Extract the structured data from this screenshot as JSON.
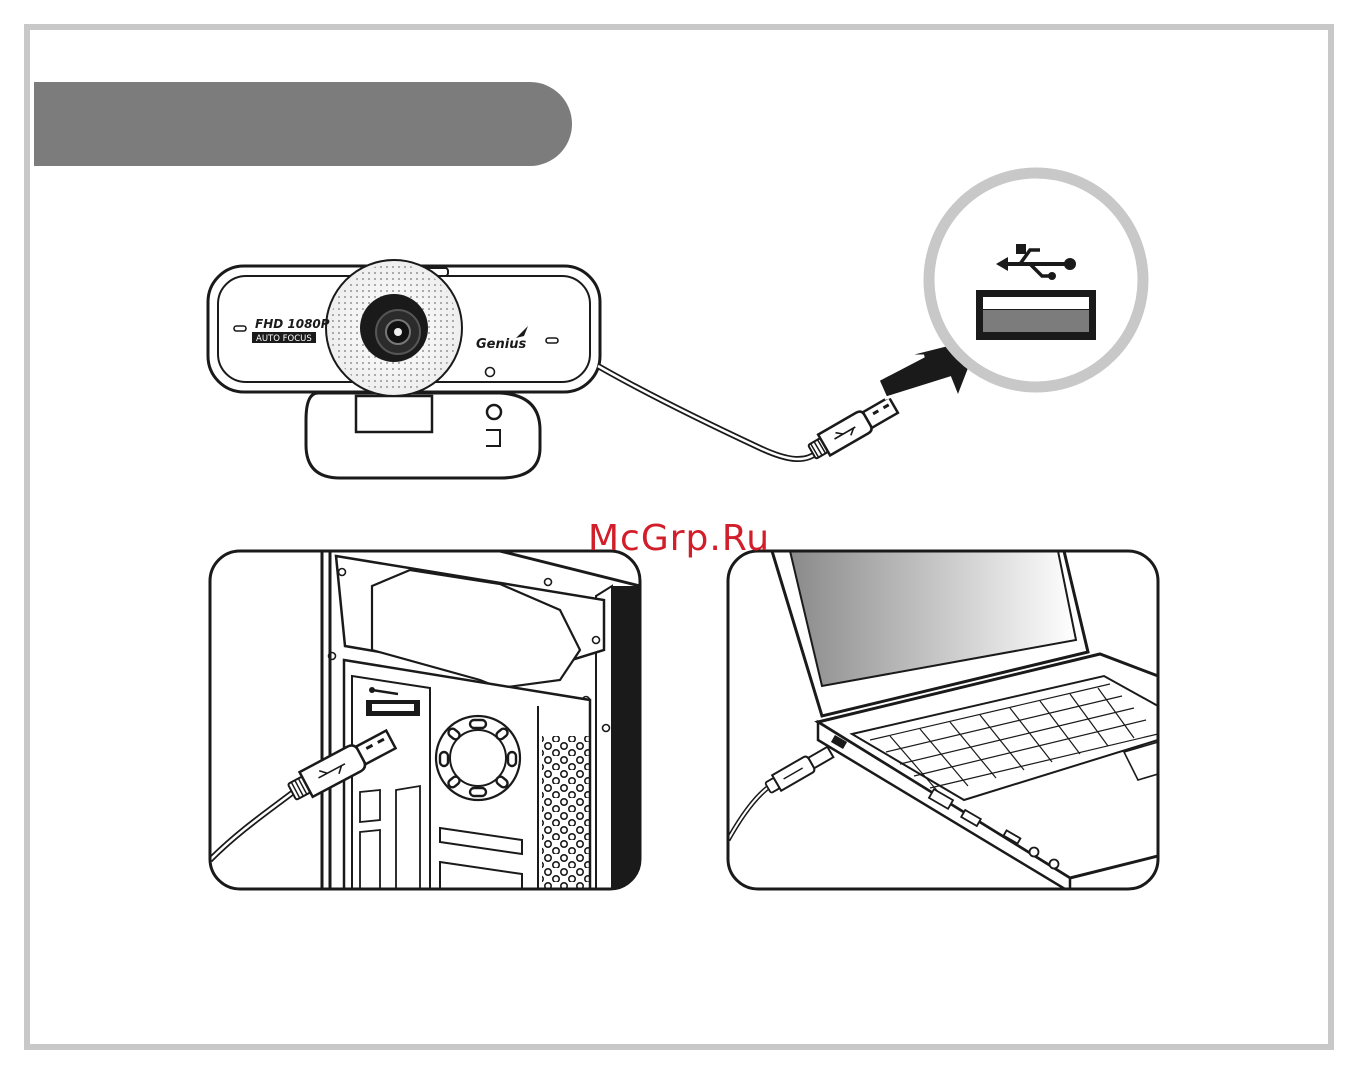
{
  "webcam": {
    "brand": "Genius",
    "resolution_label": "FHD 1080P",
    "feature_label": "AUTO FOCUS"
  },
  "watermark": "McGrp.Ru",
  "colors": {
    "banner": "#7c7c7c",
    "frame": "#c8c8c8",
    "watermark": "#d21e2a",
    "line": "#1a1a1a"
  },
  "icons": [
    "usb-icon",
    "arrow-icon"
  ]
}
